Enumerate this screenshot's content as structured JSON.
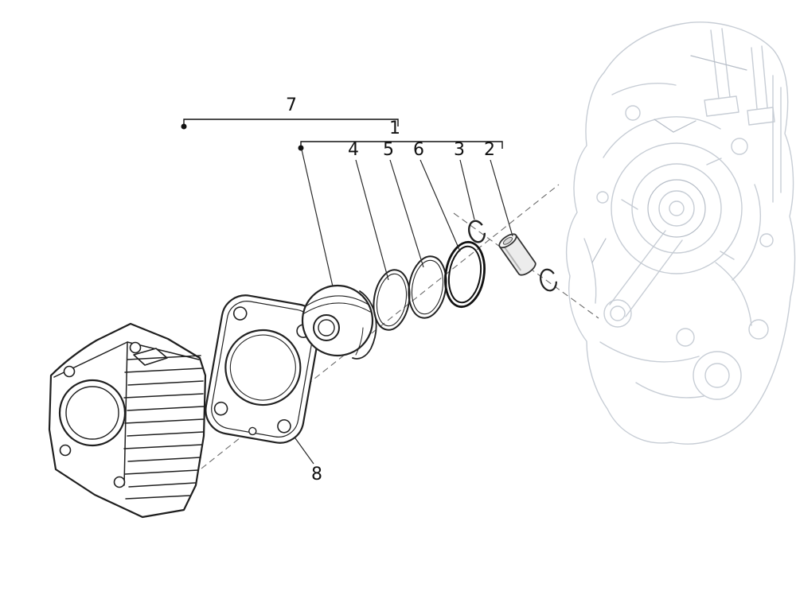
{
  "diagram": {
    "callouts": {
      "assembly_group": "7",
      "piston_group": "1",
      "ring_top": "4",
      "ring_middle": "5",
      "ring_bottom": "6",
      "circlip": "3",
      "wrist_pin": "2",
      "gasket": "8"
    },
    "colors": {
      "ink": "#1f1f1f",
      "ghost": "#c7cdd5",
      "background": "#ffffff"
    }
  }
}
